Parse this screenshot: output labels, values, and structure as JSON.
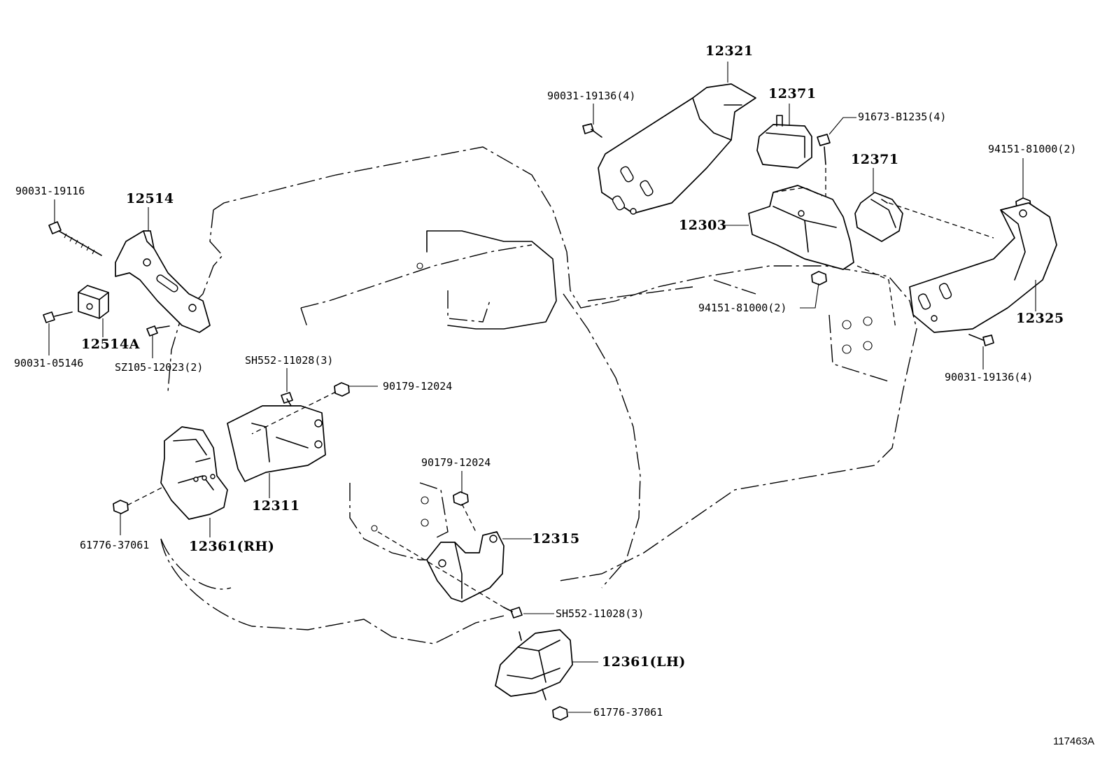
{
  "labels": {
    "p12321": "12321",
    "b9003119136_top": "90031-19136(4)",
    "p12371_a": "12371",
    "b91673": "91673-B1235(4)",
    "p12371_b": "12371",
    "n94151_top": "94151-81000(2)",
    "p12303": "12303",
    "n94151_mid": "94151-81000(2)",
    "p12325": "12325",
    "b9003119136_right": "90031-19136(4)",
    "b9003119116": "90031-19116",
    "p12514": "12514",
    "p12514A": "12514A",
    "b9003105146": "90031-05146",
    "b_sz105": "SZ105-12023(2)",
    "b_sh552_top": "SH552-11028(3)",
    "n90179_top": "90179-12024",
    "p12311": "12311",
    "p12361rh": "12361(RH)",
    "n61776_left": "61776-37061",
    "n90179_mid": "90179-12024",
    "p12315": "12315",
    "b_sh552_bottom": "SH552-11028(3)",
    "p12361lh": "12361(LH)",
    "n61776_bottom": "61776-37061",
    "figure_ref": "117463A"
  },
  "colors": {
    "line": "#000000",
    "background": "#ffffff"
  }
}
